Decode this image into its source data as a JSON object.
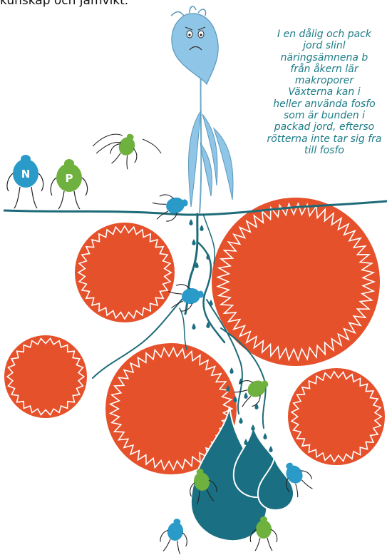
{
  "header": {
    "line": "kunskap och jämvikt."
  },
  "caption": {
    "lines": [
      "I en dålig och pack",
      "jord slinl",
      "näringsämnena b",
      "från åkern lär",
      "makroporer",
      "Växterna kan i",
      "heller använda fosfo",
      "som är bunden i",
      "packad jord, efterso",
      "rötterna inte tar sig fra",
      "till fosfo"
    ]
  },
  "nutrients": {
    "nitrogen": "N",
    "phosphorus": "P"
  },
  "colors": {
    "soil_aggregate": "#e5512b",
    "water": "#1b6f82",
    "plant": "#8fc5e6",
    "root": "#1d6b78",
    "nitrogen_character": "#2a9ac9",
    "phosphorus_character": "#6fb13f",
    "caption": "#1d7c86"
  }
}
